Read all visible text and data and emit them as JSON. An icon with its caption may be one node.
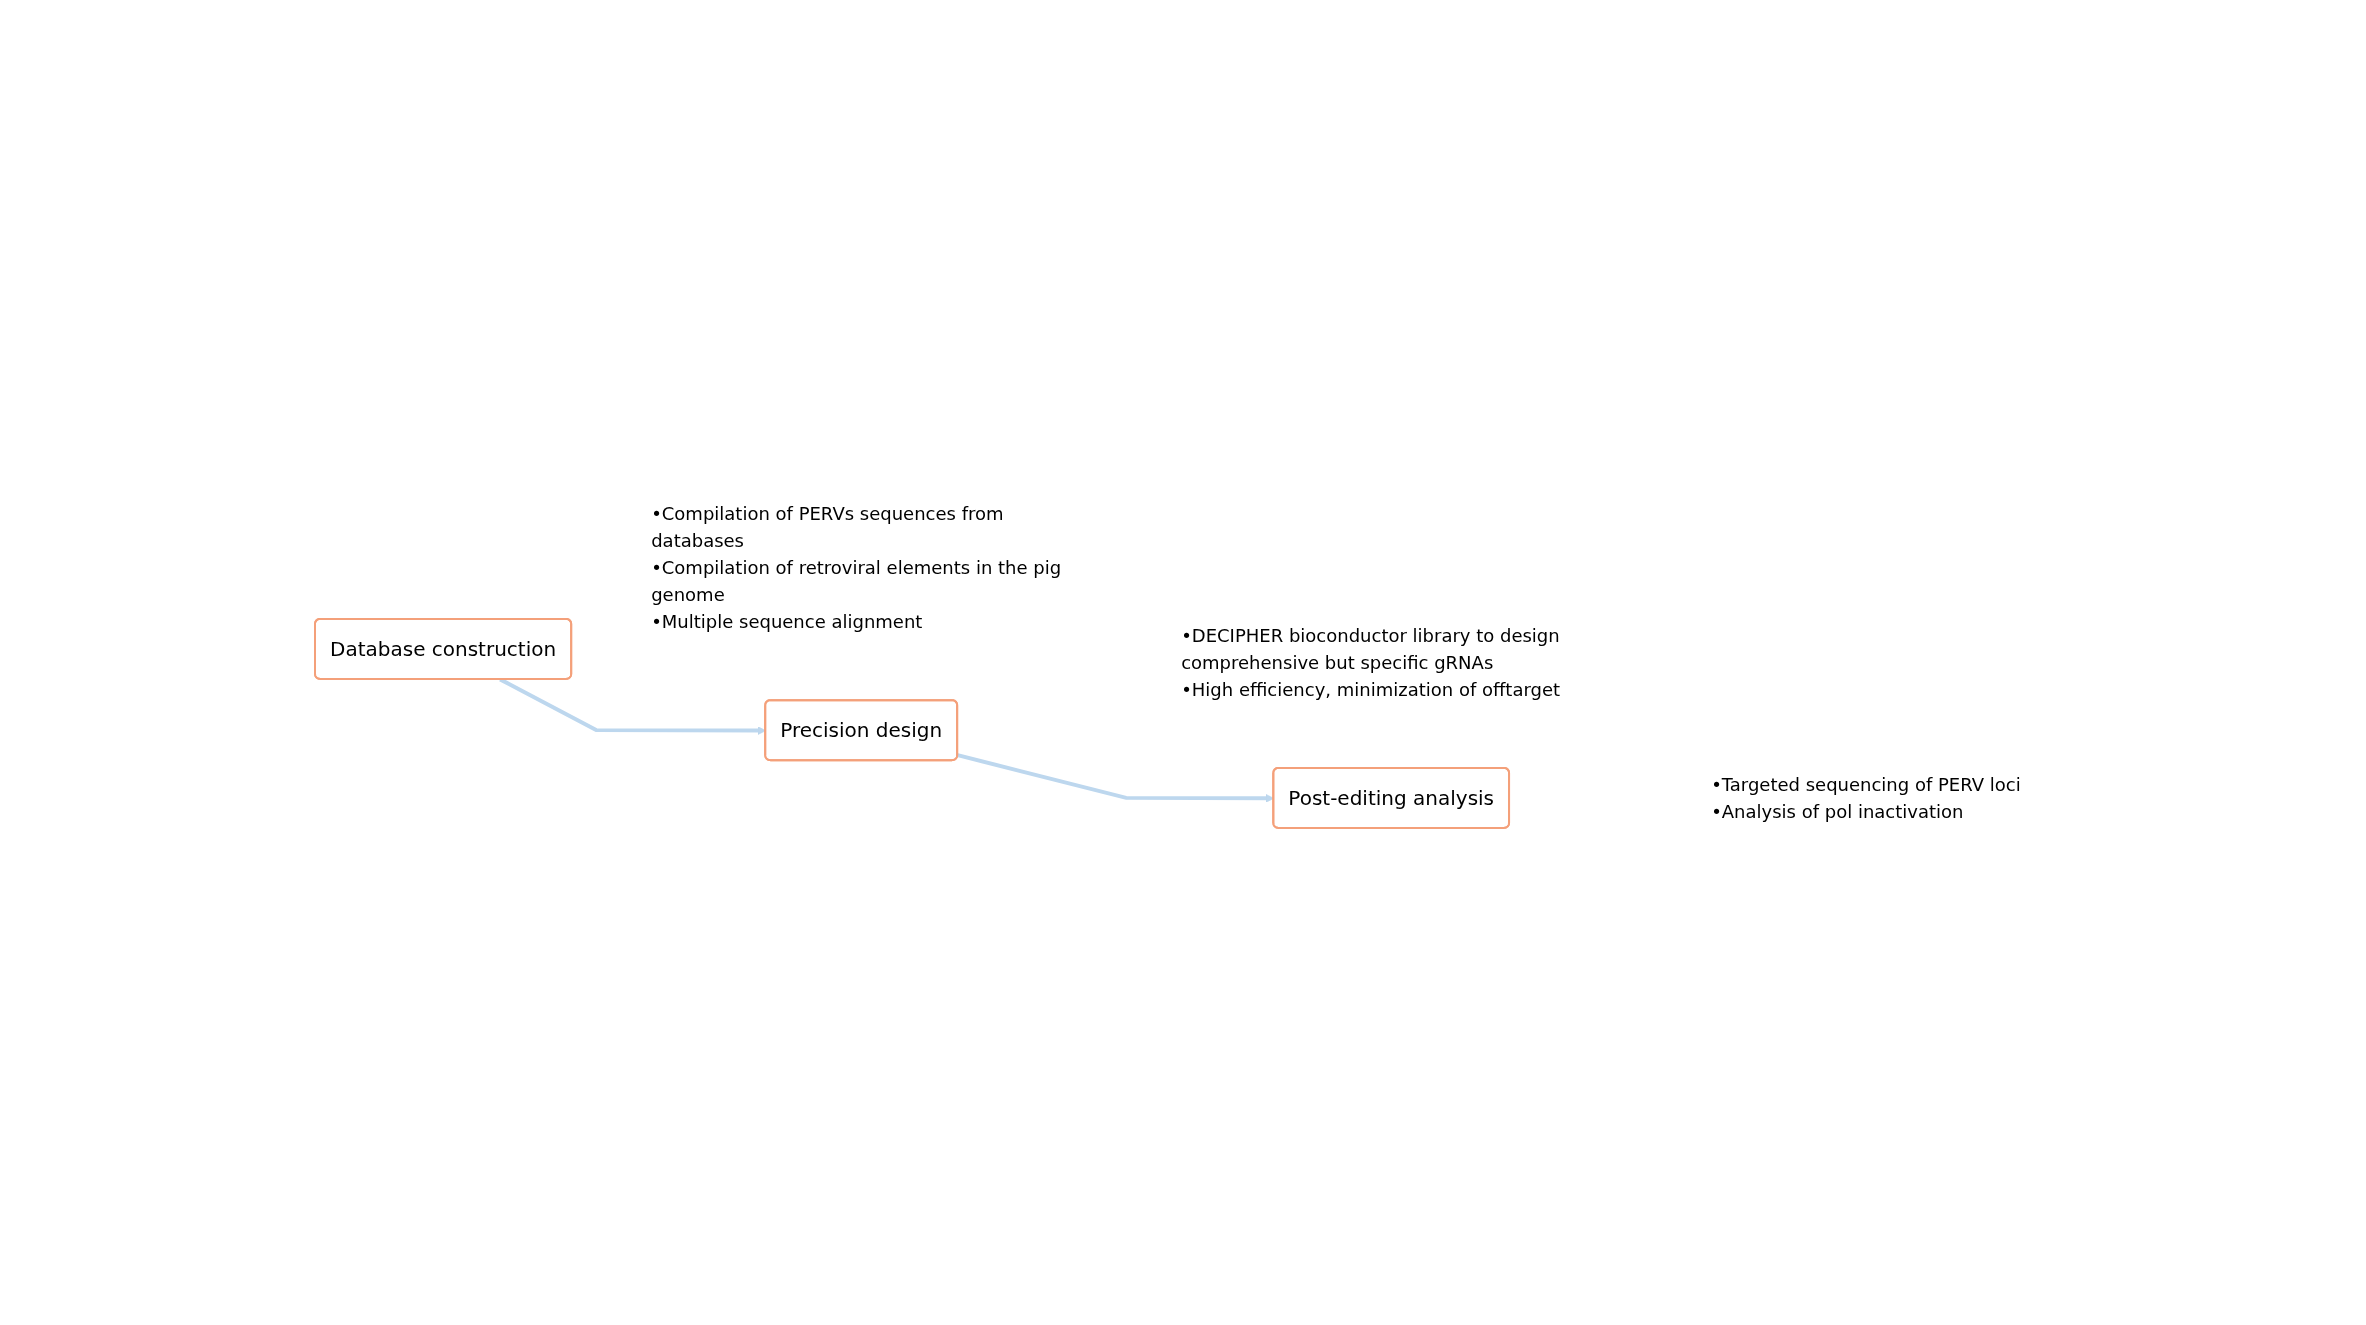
{
  "diagram": {
    "nodes": [
      {
        "text": [
          "Database construction"
        ],
        "beside": [
          "•Compilation of PERVs sequences from databases",
          "•Compilation of retroviral elements in the pig genome",
          "•Multiple sequence alignment"
        ]
      },
      {
        "text": [
          "Precision design"
        ],
        "beside": [
          "•DECIPHER bioconductor library to design comprehensive but specific gRNAs",
          "•High efficiency, minimization of offtarget"
        ]
      },
      {
        "text": [
          "Post-editing analysis"
        ],
        "beside": [
          "•Targeted sequencing of PERV loci",
          "•Analysis of pol inactivation"
        ]
      }
    ],
    "edges": [
      {
        "from": 0,
        "to": 1,
        "arrow": "to",
        "color": "#bdd7ee"
      },
      {
        "from": 1,
        "to": 2,
        "arrow": "to",
        "color": "#bdd7ee"
      }
    ]
  }
}
